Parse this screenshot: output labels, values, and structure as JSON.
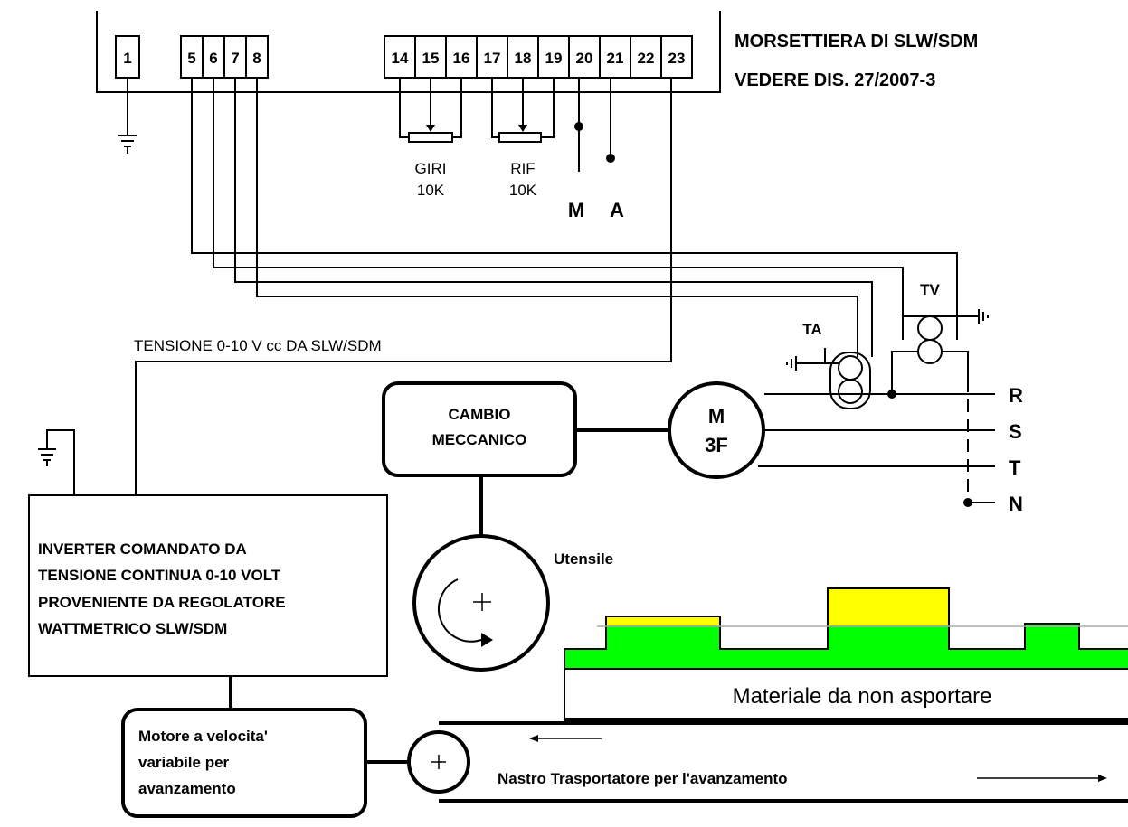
{
  "terminal_block": {
    "terminals": [
      "1",
      "5",
      "6",
      "7",
      "8",
      "14",
      "15",
      "16",
      "17",
      "18",
      "19",
      "20",
      "21",
      "22",
      "23"
    ],
    "title": "MORSETTIERA DI SLW/SDM",
    "reference": "VEDERE DIS. 27/2007-3"
  },
  "potentiometers": {
    "giri_name": "GIRI",
    "giri_value": "10K",
    "rif_name": "RIF",
    "rif_value": "10K"
  },
  "switch_labels": {
    "m": "M",
    "a": "A"
  },
  "transformers": {
    "tv": "TV",
    "ta": "TA"
  },
  "voltage_signal_label": "TENSIONE  0-10 V cc DA SLW/SDM",
  "gearbox_label": [
    "CAMBIO",
    "MECCANICO"
  ],
  "motor_label": [
    "M",
    "3F"
  ],
  "phases": [
    "R",
    "S",
    "T",
    "N"
  ],
  "tool_label": "Utensile",
  "inverter_label": [
    "INVERTER COMANDATO DA",
    "TENSIONE CONTINUA 0-10 VOLT",
    "PROVENIENTE DA REGOLATORE",
    "WATTMETRICO SLW/SDM"
  ],
  "feed_motor_label": [
    "Motore a velocita'",
    "variabile per",
    "avanzamento"
  ],
  "material_label": "Materiale da non asportare",
  "conveyor_label": "Nastro Trasportatore per l'avanzamento",
  "colors": {
    "removable_stock": "#ffff00",
    "workpiece": "#00ff00",
    "wire": "#000000"
  }
}
